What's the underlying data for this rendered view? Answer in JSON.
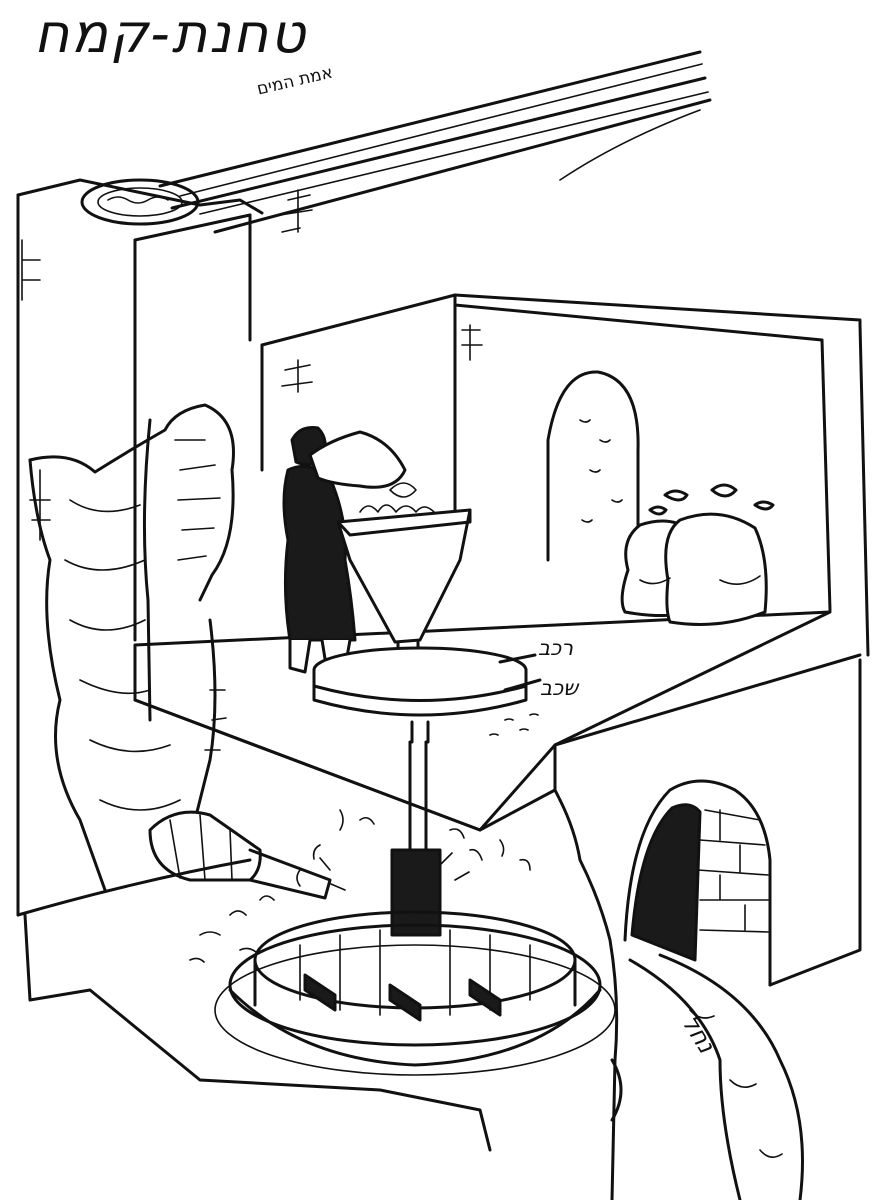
{
  "diagram": {
    "title": "טחנת-קמח",
    "labels": {
      "aqueduct": "אמת המים",
      "runner_stone": "רכב",
      "bed_stone": "שכב",
      "stream": "נחל"
    }
  },
  "colors": {
    "ink": "#111111",
    "paper": "#ffffff"
  }
}
